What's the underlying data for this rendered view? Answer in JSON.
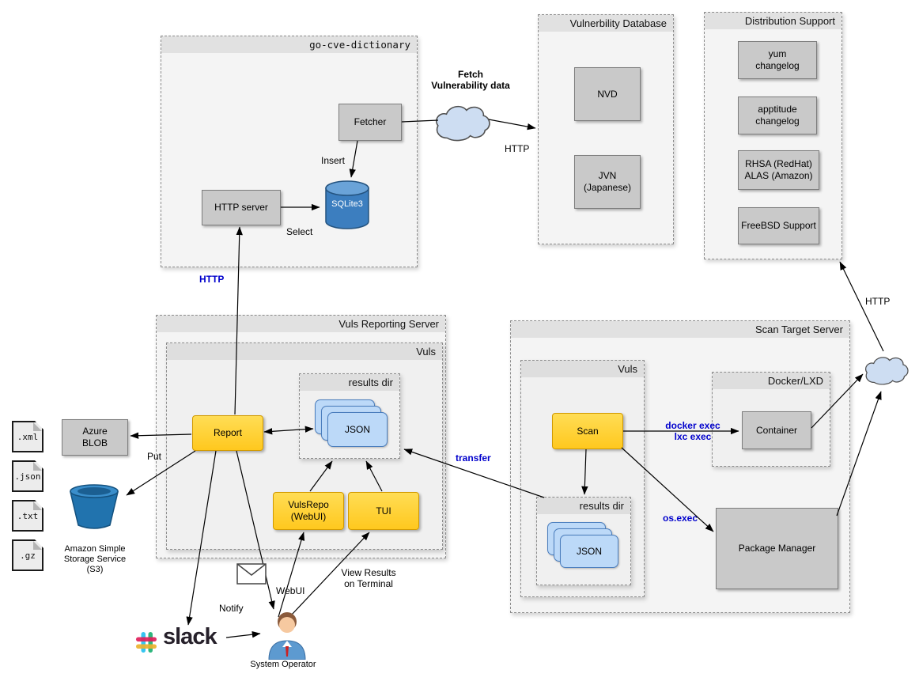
{
  "panels": {
    "go_cve_dictionary": {
      "title": "go-cve-dictionary"
    },
    "vuln_database": {
      "title": "Vulnerbility Database"
    },
    "distribution_support": {
      "title": "Distribution Support"
    },
    "vuls_reporting_server": {
      "title": "Vuls Reporting Server"
    },
    "reporting_vuls": {
      "title": "Vuls"
    },
    "reporting_results_dir": {
      "title": "results dir"
    },
    "scan_target_server": {
      "title": "Scan Target Server"
    },
    "scan_vuls": {
      "title": "Vuls"
    },
    "scan_results_dir": {
      "title": "results dir"
    },
    "docker_lxd": {
      "title": "Docker/LXD"
    }
  },
  "nodes": {
    "fetcher": {
      "label": "Fetcher"
    },
    "http_server": {
      "label": "HTTP server"
    },
    "sqlite3": {
      "label": "SQLite3"
    },
    "nvd": {
      "label": "NVD"
    },
    "jvn": {
      "label": "JVN\n(Japanese)"
    },
    "yum_changelog": {
      "label": "yum\nchangelog"
    },
    "apptitude_changelog": {
      "label": "apptitude\nchangelog"
    },
    "rhsa_alas": {
      "label": "RHSA (RedHat)\nALAS (Amazon)"
    },
    "freebsd_support": {
      "label": "FreeBSD Support"
    },
    "report": {
      "label": "Report"
    },
    "vulsrepo": {
      "label": "VulsRepo\n(WebUI)"
    },
    "tui": {
      "label": "TUI"
    },
    "scan": {
      "label": "Scan"
    },
    "container": {
      "label": "Container"
    },
    "package_manager": {
      "label": "Package Manager"
    },
    "azure_blob": {
      "label": "Azure\nBLOB"
    },
    "json_reporting": {
      "label": "JSON"
    },
    "json_scan": {
      "label": "JSON"
    }
  },
  "files": [
    ".xml",
    ".json",
    ".txt",
    ".gz"
  ],
  "labels": {
    "fetch_vuln_data": "Fetch\nVulnerability data",
    "http_fetch": "HTTP",
    "insert": "Insert",
    "select": "Select",
    "http_report": "HTTP",
    "put": "Put",
    "transfer": "transfer",
    "docker_exec": "docker exec\nlxc exec",
    "os_exec": "os.exec",
    "http_dist": "HTTP",
    "webui": "WebUI",
    "notify": "Notify",
    "view_results": "View Results\non Terminal",
    "system_operator": "System Operator",
    "s3": "Amazon Simple\nStorage Service\n(S3)",
    "slack": "slack"
  },
  "colors": {
    "blue_label": "#0000cc",
    "node_gray": "#c9c9c9",
    "node_yellow": "#ffcc33",
    "json_doc": "#bcd9f8",
    "cylinder_blue": "#3c7ebf",
    "bucket_blue": "#2173ae",
    "cloud_fill": "#cdddf2"
  }
}
